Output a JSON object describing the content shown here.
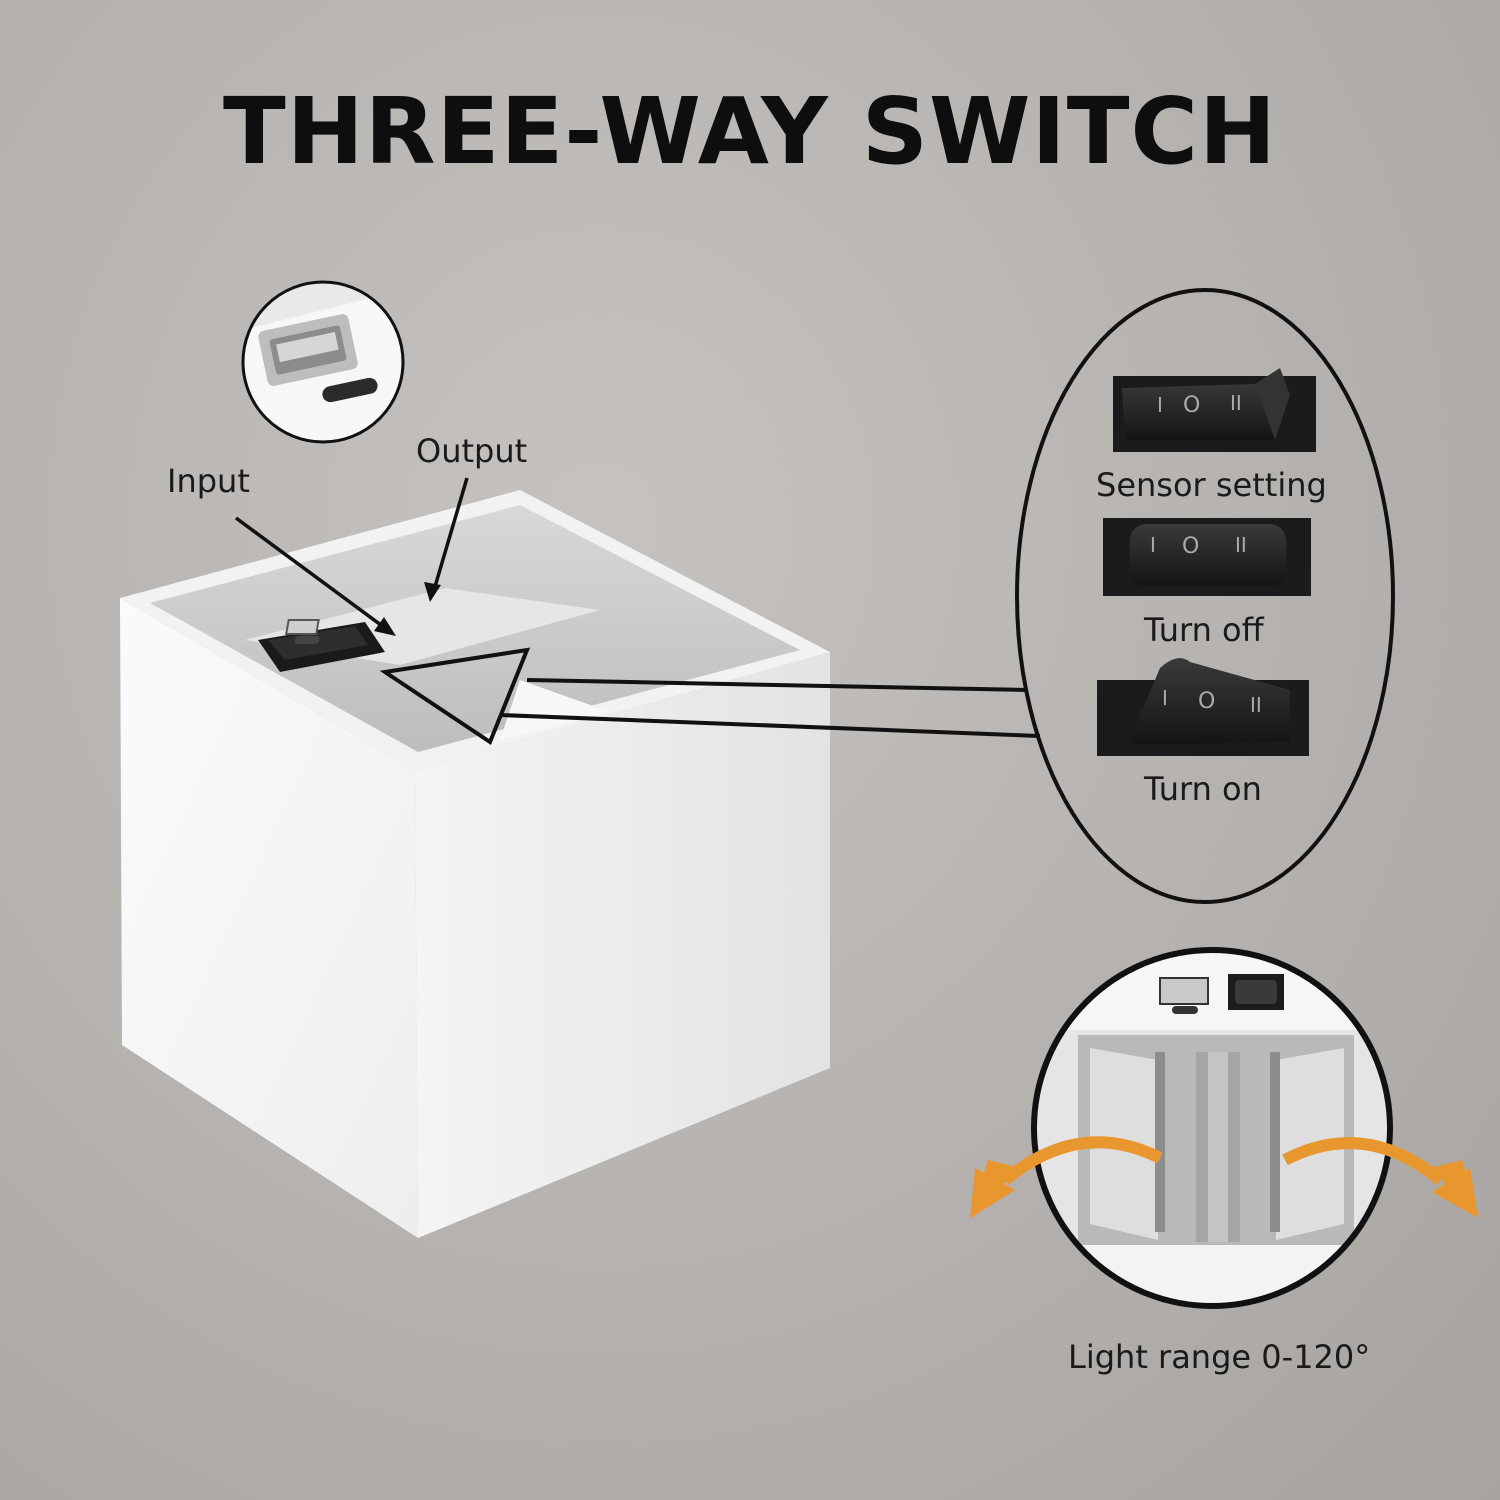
{
  "title": "THREE-WAY SWITCH",
  "labels": {
    "input": "Input",
    "output": "Output",
    "sensor_setting": "Sensor setting",
    "turn_off": "Turn off",
    "turn_on": "Turn on",
    "light_range": "Light range 0-120°"
  },
  "switch_marks": {
    "left": "I",
    "middle": "O",
    "right": "II"
  },
  "colors": {
    "background": "#b9b5b2",
    "product_body": "#ffffff",
    "switch": "#1c1c1c",
    "arrow_accent": "#e8962e",
    "outline": "#111111"
  }
}
